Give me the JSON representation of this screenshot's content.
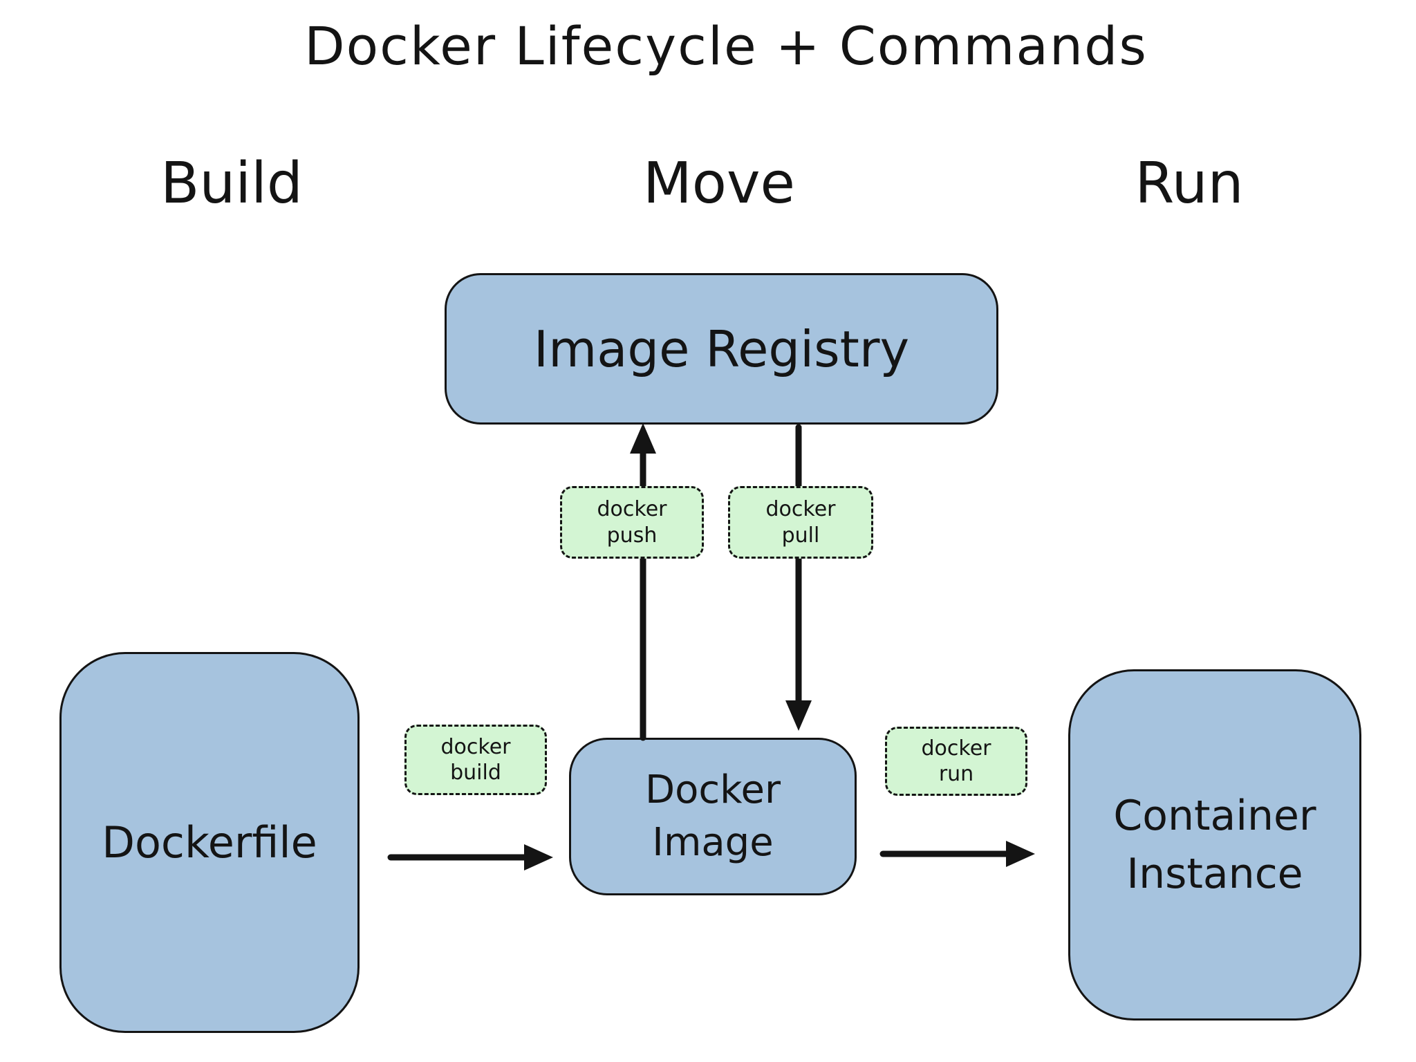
{
  "title": "Docker Lifecycle + Commands",
  "phases": [
    {
      "label": "Build"
    },
    {
      "label": "Move"
    },
    {
      "label": "Run"
    }
  ],
  "nodes": {
    "image_registry": {
      "label": "Image Registry"
    },
    "dockerfile": {
      "label": "Dockerfile"
    },
    "docker_image": {
      "line1": "Docker",
      "line2": "Image"
    },
    "container_instance": {
      "line1": "Container",
      "line2": "Instance"
    }
  },
  "commands": {
    "build": {
      "line1": "docker",
      "line2": "build"
    },
    "push": {
      "line1": "docker",
      "line2": "push"
    },
    "pull": {
      "line1": "docker",
      "line2": "pull"
    },
    "run": {
      "line1": "docker",
      "line2": "run"
    }
  },
  "edges": [
    {
      "from": "Dockerfile",
      "to": "Docker Image",
      "command": "docker build",
      "direction": "right"
    },
    {
      "from": "Docker Image",
      "to": "Image Registry",
      "command": "docker push",
      "direction": "up"
    },
    {
      "from": "Image Registry",
      "to": "Docker Image",
      "command": "docker pull",
      "direction": "down"
    },
    {
      "from": "Docker Image",
      "to": "Container Instance",
      "command": "docker run",
      "direction": "right"
    }
  ],
  "colors": {
    "node_fill": "#a6c3de",
    "command_fill": "#d3f5d3",
    "stroke": "#141414",
    "background": "#ffffff"
  }
}
